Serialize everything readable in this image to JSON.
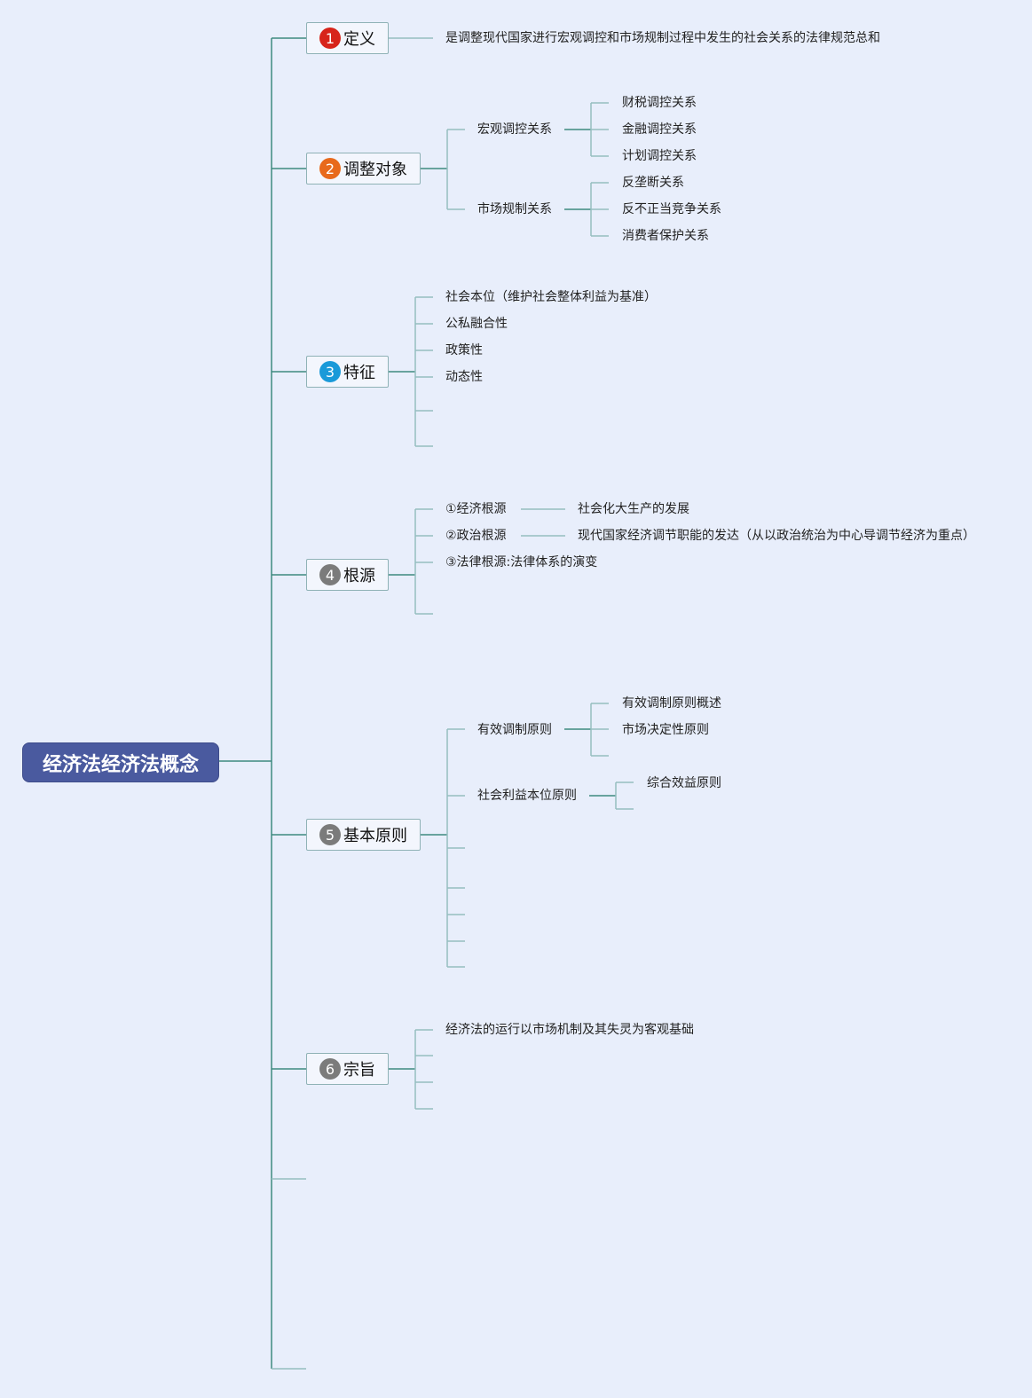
{
  "root": {
    "label": "经济法经济法概念"
  },
  "colors": {
    "background": "#e8eefb",
    "root_fill": "#4a5a9f",
    "connector_main": "#3e8a7f",
    "connector_light": "#95bdc0",
    "badge_red": "#d7241a",
    "badge_orange": "#e86a1c",
    "badge_blue": "#1a9ad9",
    "badge_gray": "#7b7b7b"
  },
  "branches": [
    {
      "num": "1",
      "label": "定义",
      "badge_color": "#d7241a",
      "items": [
        "是调整现代国家进行宏观调控和市场规制过程中发生的社会关系的法律规范总和"
      ]
    },
    {
      "num": "2",
      "label": "调整对象",
      "badge_color": "#e86a1c",
      "groups": [
        {
          "label": "宏观调控关系",
          "items": [
            "财税调控关系",
            "金融调控关系",
            "计划调控关系"
          ]
        },
        {
          "label": "市场规制关系",
          "items": [
            "反垄断关系",
            "反不正当竞争关系",
            "消费者保护关系"
          ]
        }
      ]
    },
    {
      "num": "3",
      "label": "特征",
      "badge_color": "#1a9ad9",
      "items": [
        "社会本位（维护社会整体利益为基准）",
        "公私融合性",
        "政策性",
        "动态性"
      ]
    },
    {
      "num": "4",
      "label": "根源",
      "badge_color": "#7b7b7b",
      "items": [
        {
          "label": "①经济根源",
          "detail": "社会化大生产的发展"
        },
        {
          "label": "②政治根源",
          "detail": "现代国家经济调节职能的发达（从以政治统治为中心导调节经济为重点）"
        },
        {
          "label": "③法律根源:法律体系的演变"
        }
      ]
    },
    {
      "num": "5",
      "label": "基本原则",
      "badge_color": "#7b7b7b",
      "groups": [
        {
          "label": "有效调制原则",
          "items": [
            "有效调制原则概述",
            "市场决定性原则"
          ]
        },
        {
          "label": "社会利益本位原则",
          "items": [
            "综合效益原则"
          ]
        }
      ]
    },
    {
      "num": "6",
      "label": "宗旨",
      "badge_color": "#7b7b7b",
      "items": [
        "经济法的运行以市场机制及其失灵为客观基础"
      ]
    }
  ]
}
